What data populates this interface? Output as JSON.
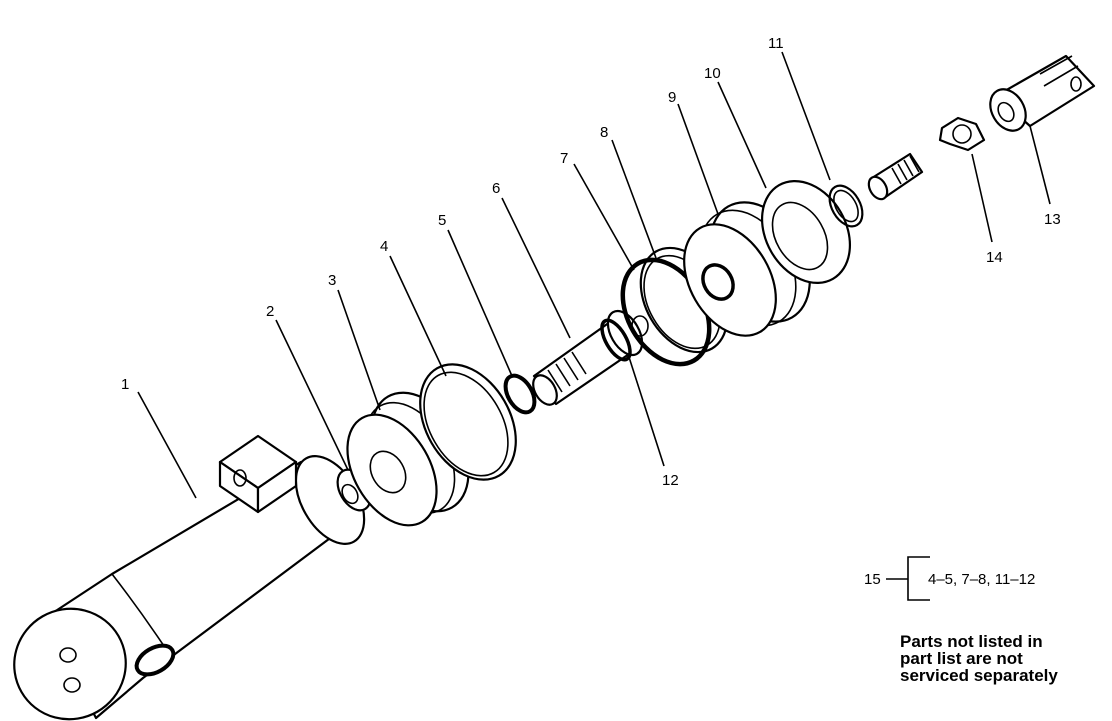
{
  "callouts": {
    "c1": "1",
    "c2": "2",
    "c3": "3",
    "c4": "4",
    "c5": "5",
    "c6": "6",
    "c7": "7",
    "c8": "8",
    "c9": "9",
    "c10": "10",
    "c11": "11",
    "c12": "12",
    "c13": "13",
    "c14": "14"
  },
  "kit": {
    "number": "15",
    "range": "4–5, 7–8, 11–12"
  },
  "note": {
    "line1": "Parts not listed in",
    "line2": "part list are not",
    "line3": "serviced separately"
  }
}
